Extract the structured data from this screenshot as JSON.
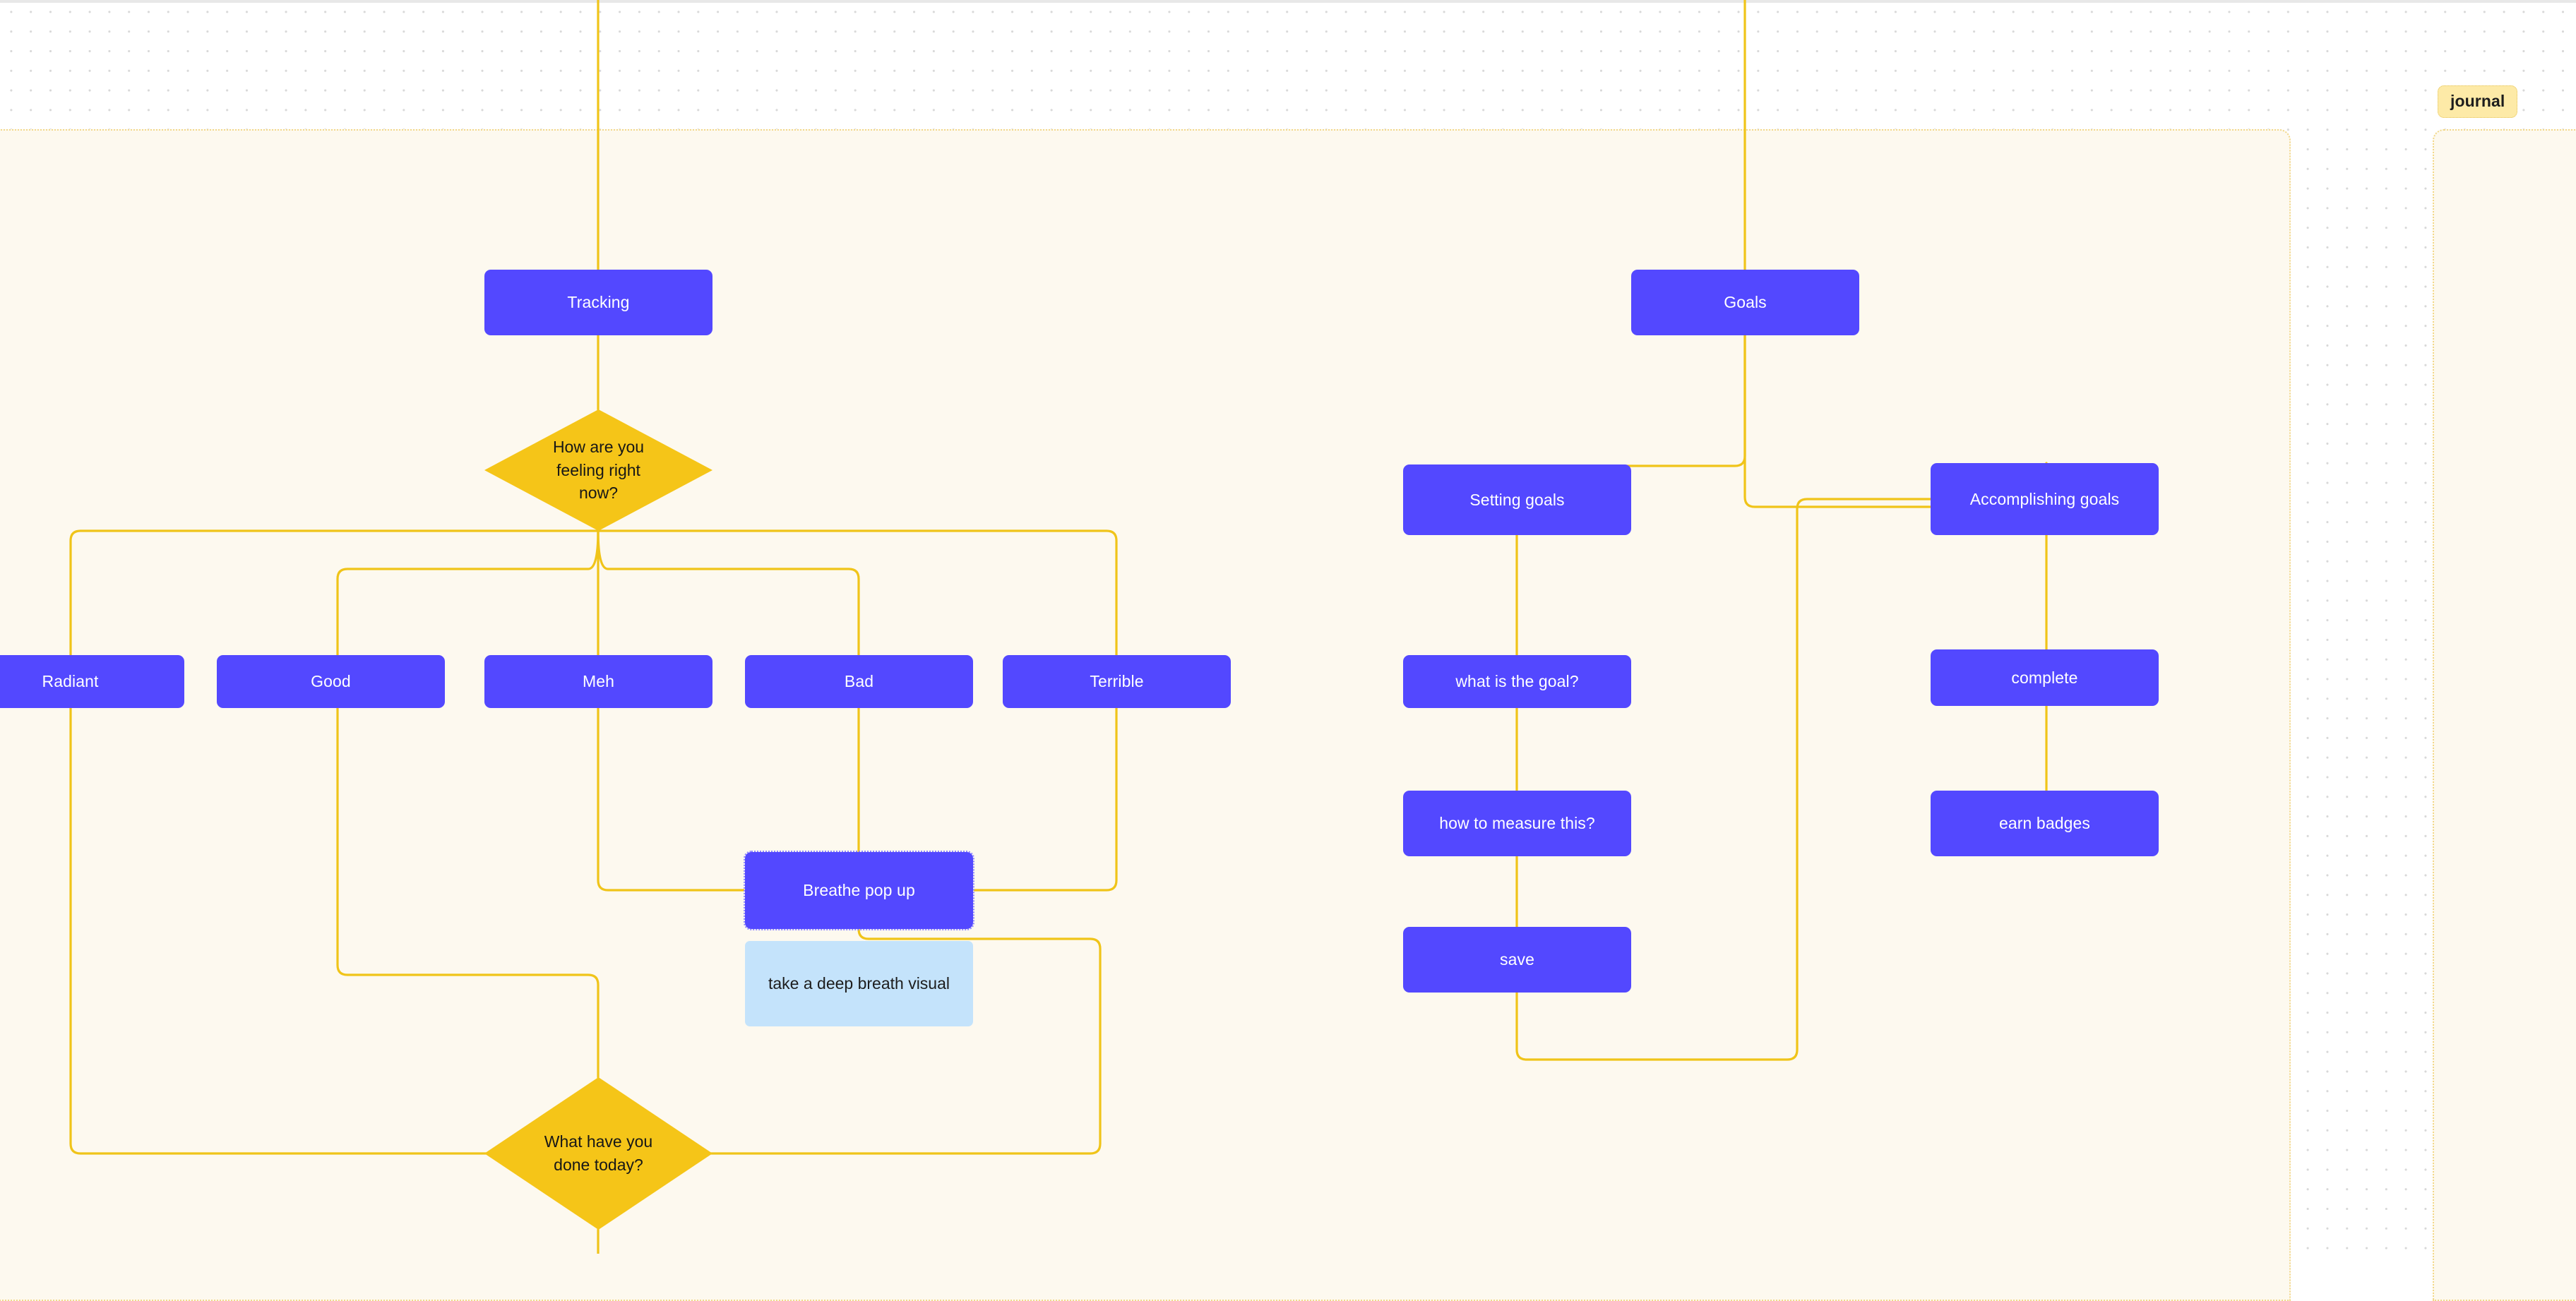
{
  "canvas": {
    "background_color": "#ffffff",
    "grid": "dot-grid",
    "accent_color": "#f0c419",
    "node_color": "#5348ff",
    "decision_color": "#f5c518",
    "note_color": "#c4e3fb",
    "frame_fill": "#fdf9ef"
  },
  "frames": [
    {
      "name": "main-frame",
      "label": ""
    },
    {
      "name": "journal-frame",
      "label": "journal"
    }
  ],
  "flow": {
    "tracking_branch": {
      "root": "Tracking",
      "question": "How are you feeling right now?",
      "question_lines": [
        "How are you",
        "feeling right",
        "now?"
      ],
      "moods": [
        {
          "label": "Radiant"
        },
        {
          "label": "Good"
        },
        {
          "label": "Meh"
        },
        {
          "label": "Bad"
        },
        {
          "label": "Terrible"
        }
      ],
      "breathe": "Breathe pop up",
      "breathe_note": "take a deep breath visual",
      "question2": "What have you done today?",
      "question2_lines": [
        "What have you",
        "done today?"
      ]
    },
    "goals_branch": {
      "root": "Goals",
      "setting": {
        "title": "Setting goals",
        "steps": [
          {
            "label": "what is the goal?"
          },
          {
            "label": "how to measure this?"
          },
          {
            "label": "save"
          }
        ]
      },
      "accomplishing": {
        "title": "Accomplishing goals",
        "steps": [
          {
            "label": "complete"
          },
          {
            "label": "earn badges"
          }
        ]
      }
    }
  }
}
